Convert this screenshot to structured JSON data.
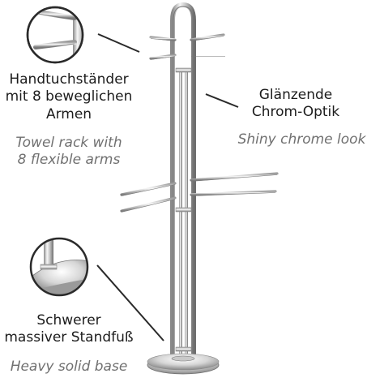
{
  "labels": {
    "arms_de_line1": "Handtuchständer",
    "arms_de_line2": "mit 8 beweglichen",
    "arms_de_line3": "Armen",
    "arms_en_line1": "Towel rack with",
    "arms_en_line2": "8 flexible arms",
    "chrome_de_line1": "Glänzende",
    "chrome_de_line2": "Chrom-Optik",
    "chrome_en": "Shiny chrome look",
    "base_de_line1": "Schwerer",
    "base_de_line2": "massiver Standfuß",
    "base_en": "Heavy solid base"
  },
  "colors": {
    "chrome_light": "#f4f4f4",
    "chrome_mid": "#b8b8b8",
    "chrome_dark": "#6e6e6e",
    "text_dark": "#1c1c1c",
    "text_grey": "#707070",
    "pointer": "#2a2a2a"
  }
}
